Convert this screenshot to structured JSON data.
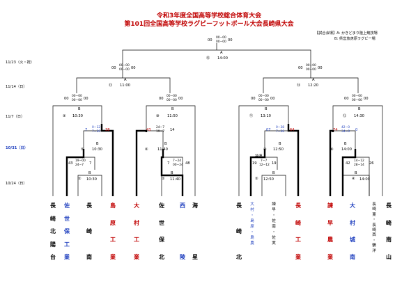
{
  "titles": {
    "line1": "令和3年度全国高等学校総合体育大会",
    "line2": "第101回全国高等学校ラグビーフットボール大会長崎県大会"
  },
  "venue_note": {
    "line1": "【試合会場】A: かきどまり陸上競技場",
    "line2": "B: 県営放虎原ラグビー場"
  },
  "dates": {
    "d1123": "11/23（火・祝）",
    "d1114": "11/14（日）",
    "d1107": "11/7（日）",
    "d1031": "10/31（日）",
    "d1024": "10/24（日）"
  },
  "final": {
    "venue": "A",
    "no": "⑮",
    "time": "14:00",
    "score_left": "00",
    "score_right": "00",
    "sub_top": "00−00",
    "sub_bot": "00−00"
  },
  "semis": [
    {
      "venue": "A",
      "no": "⑬",
      "time": "11:00",
      "score_left": "00",
      "score_right": "00",
      "sub_top": "00−00",
      "sub_bot": "00−00"
    },
    {
      "venue": "A",
      "no": "⑭",
      "time": "12:20",
      "score_left": "00",
      "score_right": "00",
      "sub_top": "00−00",
      "sub_bot": "00−00"
    }
  ],
  "qf": [
    {
      "venue": "B",
      "no": "⑨",
      "time": "10:30",
      "score_left": "00",
      "score_right": "00",
      "sub_top": "00−00",
      "sub_bot": "00−00"
    },
    {
      "venue": "B",
      "no": "⑩",
      "time": "11:50",
      "score_left": "00",
      "score_right": "00",
      "sub_top": "00−00",
      "sub_bot": "00−00"
    },
    {
      "venue": "B",
      "no": "⑪",
      "time": "13:10",
      "score_left": "00",
      "score_right": "00",
      "sub_top": "00−00",
      "sub_bot": "00−00"
    },
    {
      "venue": "B",
      "no": "⑫",
      "time": "14:30",
      "score_left": "00",
      "score_right": "00",
      "sub_top": "00−00",
      "sub_bot": "00−00"
    }
  ],
  "r3": [
    {
      "left": "7",
      "sub_top": "0−12",
      "sub_bot": "7−26",
      "right": "38"
    },
    {
      "left": "43",
      "sub_top": "24−7",
      "sub_bot": "19−7",
      "right": "14"
    },
    {
      "left": "07",
      "sub_top": "0−38",
      "sub_bot": "7−26",
      "right": "64"
    },
    {
      "left": "74",
      "sub_top": "42−0",
      "sub_bot": "34−0",
      "right": "0"
    }
  ],
  "r2": [
    {
      "venue": "B",
      "no": "⑤",
      "time": "10:30",
      "left": "43",
      "sub_top": "19−00",
      "sub_bot": "24−7",
      "right": "7"
    },
    {
      "venue": "B",
      "no": "⑥",
      "time": "11:40",
      "left": "7",
      "sub_top": "7−24",
      "sub_bot": "00−24",
      "right": "48"
    },
    {
      "venue": "B",
      "no": "⑦",
      "time": "12:50",
      "left": "19",
      "sub_top": "7−7",
      "sub_bot": "12−12",
      "right": "19",
      "note": "抽選"
    },
    {
      "venue": "B",
      "no": "⑧",
      "time": "14:00",
      "left": "42",
      "sub_top": "14−12",
      "sub_bot": "28−14",
      "right": "26"
    }
  ],
  "r1": [
    {
      "venue": "B",
      "no": "①",
      "time": "10:30"
    },
    {
      "venue": "B",
      "no": "②",
      "time": "11:40"
    },
    {
      "venue": "B",
      "no": "③",
      "time": "12:50"
    },
    {
      "venue": "B",
      "no": "④",
      "time": "14:00"
    }
  ],
  "teams": [
    {
      "chars": [
        "長",
        "崎",
        "北",
        "陽",
        "台"
      ],
      "color": "#000000"
    },
    {
      "chars": [
        "佐",
        "世",
        "保",
        "工",
        "業"
      ],
      "color": "#1f3fbf"
    },
    {
      "chars": [
        "長",
        "崎",
        "南"
      ],
      "color": "#000000"
    },
    {
      "chars": [
        "島",
        "原",
        "工",
        "業"
      ],
      "color": "#c00000"
    },
    {
      "chars": [
        "大",
        "村",
        "工",
        "業"
      ],
      "color": "#c00000"
    },
    {
      "chars": [
        "佐",
        "世",
        "保",
        "北"
      ],
      "color": "#000000"
    },
    {
      "chars": [
        "西",
        "陵"
      ],
      "color": "#1f3fbf"
    },
    {
      "chars": [
        "海",
        "星"
      ],
      "color": "#000000"
    },
    {
      "chars": [
        "長",
        "崎",
        "北"
      ],
      "color": "#000000"
    },
    {
      "chars": [
        "大",
        "村",
        "・",
        "島",
        "原",
        "・",
        "島",
        "農"
      ],
      "color": "#1f3fbf"
    },
    {
      "chars": [
        "諫",
        "早",
        "・",
        "佐",
        "南",
        "・",
        "佐",
        "実"
      ],
      "color": "#000000"
    },
    {
      "chars": [
        "長",
        "崎",
        "工",
        "業"
      ],
      "color": "#c00000"
    },
    {
      "chars": [
        "諫",
        "早",
        "農",
        "業"
      ],
      "color": "#c00000"
    },
    {
      "chars": [
        "大",
        "村",
        "城",
        "南"
      ],
      "color": "#1f3fbf"
    },
    {
      "chars": [
        "長",
        "崎",
        "東",
        "・",
        "長",
        "崎",
        "西",
        "・",
        "鶴",
        "洋"
      ],
      "color": "#000000"
    },
    {
      "chars": [
        "長",
        "崎",
        "南",
        "山"
      ],
      "color": "#000000"
    }
  ],
  "colors": {
    "red": "#c00000",
    "blue": "#1f3fbf"
  }
}
